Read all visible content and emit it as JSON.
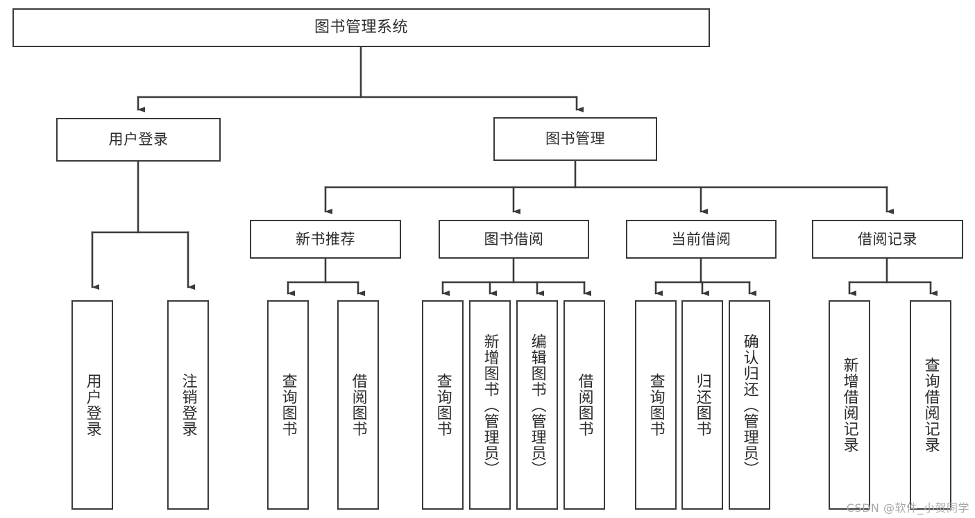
{
  "diagram": {
    "title": "图书管理系统",
    "type": "tree-functional-structure",
    "root": {
      "label": "图书管理系统"
    },
    "level2": [
      {
        "id": "user-login",
        "label": "用户登录"
      },
      {
        "id": "book-manage",
        "label": "图书管理"
      }
    ],
    "level3": [
      {
        "id": "new-book-recommend",
        "label": "新书推荐"
      },
      {
        "id": "book-borrow",
        "label": "图书借阅"
      },
      {
        "id": "current-borrow",
        "label": "当前借阅"
      },
      {
        "id": "borrow-record",
        "label": "借阅记录"
      }
    ],
    "leaves": {
      "user_login": [
        {
          "id": "leaf-user-login",
          "label": "用户登录"
        },
        {
          "id": "leaf-logout-login",
          "label": "注销登录"
        }
      ],
      "new_book_recommend": [
        {
          "id": "leaf-query-book-1",
          "label": "查询图书"
        },
        {
          "id": "leaf-borrow-book-1",
          "label": "借阅图书"
        }
      ],
      "book_borrow": [
        {
          "id": "leaf-query-book-2",
          "label": "查询图书"
        },
        {
          "id": "leaf-add-book",
          "label": "新增图书（管理员）"
        },
        {
          "id": "leaf-edit-book",
          "label": "编辑图书（管理员）"
        },
        {
          "id": "leaf-borrow-book-2",
          "label": "借阅图书"
        }
      ],
      "current_borrow": [
        {
          "id": "leaf-query-book-3",
          "label": "查询图书"
        },
        {
          "id": "leaf-return-book",
          "label": "归还图书"
        },
        {
          "id": "leaf-confirm-return",
          "label": "确认归还（管理员）"
        }
      ],
      "borrow_record": [
        {
          "id": "leaf-add-borrow-record",
          "label": "新增借阅记录"
        },
        {
          "id": "leaf-query-borrow-record",
          "label": "查询借阅记录"
        }
      ]
    },
    "colors": {
      "stroke": "#3a3a3a",
      "text": "#2b2b2b",
      "background": "#ffffff",
      "watermark": "#a8a8a8"
    }
  },
  "watermark": {
    "text": "CSDN @软件_小贺同学"
  }
}
